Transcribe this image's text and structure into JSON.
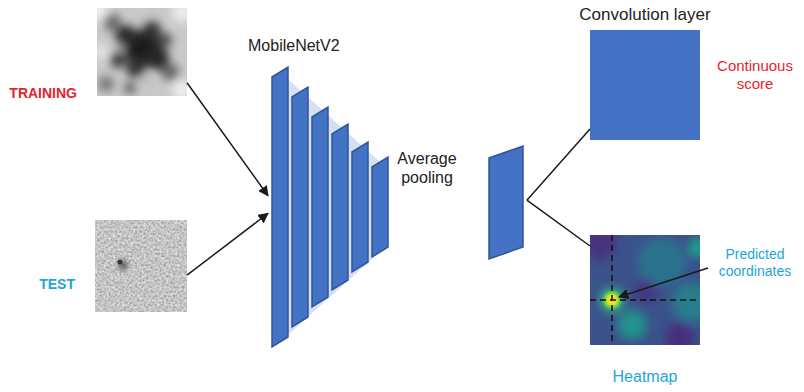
{
  "diagram": {
    "nodes": [
      {
        "text": [
          "TRAINING"
        ]
      },
      {
        "text": [
          "TEST"
        ]
      },
      {
        "text": [
          "MobileNetV2"
        ]
      },
      {
        "text": [
          "Average pooling"
        ]
      },
      {
        "text": [
          "Convolution layer"
        ]
      },
      {
        "text": [
          "Heatmap"
        ]
      }
    ],
    "edges": [
      {
        "from": 0,
        "to": 2,
        "arrow": "to"
      },
      {
        "from": 1,
        "to": 2,
        "arrow": "to"
      },
      {
        "from": 3,
        "to": 4,
        "arrow": "none"
      },
      {
        "from": 3,
        "to": 5,
        "arrow": "none"
      }
    ],
    "labels": [
      "Continuous score",
      "Predicted coordinates"
    ]
  }
}
